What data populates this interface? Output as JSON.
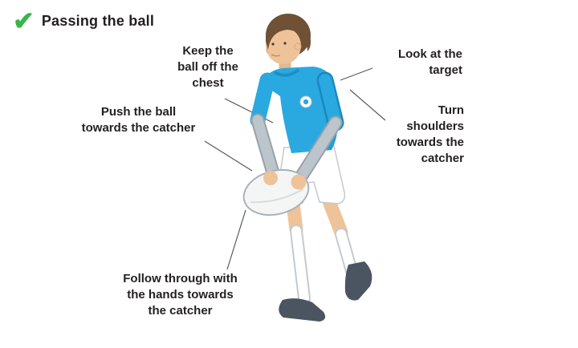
{
  "title": "Passing the ball",
  "icons": {
    "check": "✔"
  },
  "labels": {
    "keep_ball_off_chest": "Keep the\nball off the\nchest",
    "look_at_target": "Look at the\ntarget",
    "push_ball": "Push the ball\ntowards the catcher",
    "turn_shoulders": "Turn\nshoulders\ntowards the\ncatcher",
    "follow_through": "Follow through with\nthe hands towards\nthe catcher"
  },
  "colors": {
    "check_green": "#39b54a",
    "text": "#231f20",
    "connector_line": "#58595b",
    "shirt_blue": "#2aa9e0",
    "shirt_shade_blue": "#1b90c6",
    "sleeve_gray": "#bcc5cb",
    "skin": "#eec39a",
    "hair_brown": "#6f5136",
    "shorts_white": "#ffffff",
    "outline_gray": "#c3cad0",
    "shoe_dark": "#4b5561",
    "ball_white": "#f4f5f5"
  }
}
